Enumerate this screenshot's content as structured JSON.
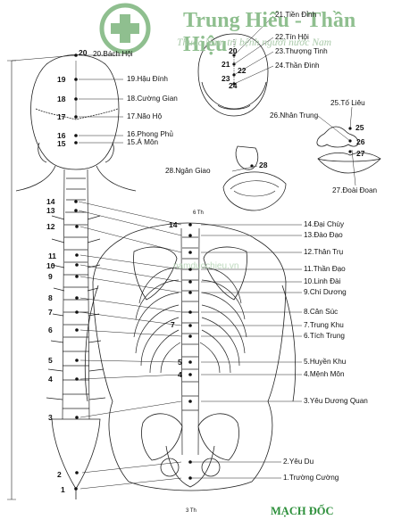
{
  "brand": {
    "name": "Trung Hiếu - Thần Hiệu",
    "tagline": "Thuốc Nam trị bệnh người nước Nam",
    "watermark": "namduochieu.vn",
    "accent": "#2c8f3a"
  },
  "title": "MẠCH ĐỐC",
  "marks": {
    "top": "6 Th",
    "bottom": "3 Th"
  },
  "points": [
    {
      "n": "1",
      "label": "1.Trường Cường"
    },
    {
      "n": "2",
      "label": "2.Yêu Du"
    },
    {
      "n": "3",
      "label": "3.Yêu Dương Quan"
    },
    {
      "n": "4",
      "label": "4.Mệnh Môn"
    },
    {
      "n": "5",
      "label": "5.Huyền Khu"
    },
    {
      "n": "6",
      "label": "6.Tích Trung"
    },
    {
      "n": "7",
      "label": "7.Trung Khu"
    },
    {
      "n": "8",
      "label": "8.Cân Súc"
    },
    {
      "n": "9",
      "label": "9.Chí Dương"
    },
    {
      "n": "10",
      "label": "10.Linh Đài"
    },
    {
      "n": "11",
      "label": "11.Thần Đạo"
    },
    {
      "n": "12",
      "label": "12.Thân Trụ"
    },
    {
      "n": "13",
      "label": "13.Đào Đạo"
    },
    {
      "n": "14",
      "label": "14.Đại Chùy"
    },
    {
      "n": "15",
      "label": "15.Á Môn"
    },
    {
      "n": "16",
      "label": "16.Phong Phủ"
    },
    {
      "n": "17",
      "label": "17.Não Hộ"
    },
    {
      "n": "18",
      "label": "18.Cường Gian"
    },
    {
      "n": "19",
      "label": "19.Hậu Đính"
    },
    {
      "n": "20",
      "label": "20.Bách Hội"
    },
    {
      "n": "21",
      "label": "21.Tiền Đỉnh"
    },
    {
      "n": "22",
      "label": "22.Tín Hội"
    },
    {
      "n": "23",
      "label": "23.Thượng Tinh"
    },
    {
      "n": "24",
      "label": "24.Thần Đình"
    },
    {
      "n": "25",
      "label": "25.Tố Liêu"
    },
    {
      "n": "26",
      "label": "26.Nhân Trung"
    },
    {
      "n": "27",
      "label": "27.Đoài Đoan"
    },
    {
      "n": "28",
      "label": "28.Ngân Giao"
    }
  ]
}
